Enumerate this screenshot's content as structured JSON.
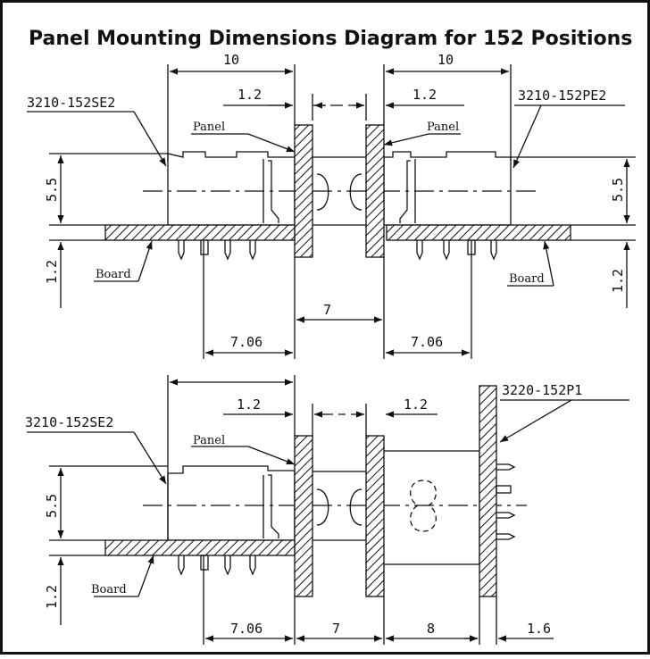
{
  "title": "Panel Mounting Dimensions Diagram for 152 Positions",
  "top": {
    "left_part": "3210-152SE2",
    "right_part": "3210-152PE2",
    "panel_left": "Panel",
    "panel_right": "Panel",
    "board_left": "Board",
    "board_right": "Board",
    "dim_10_left": "10",
    "dim_10_right": "10",
    "dim_1_2_left": "1.2",
    "dim_1_2_right": "1.2",
    "dim_5_5_left": "5.5",
    "dim_5_5_right": "5.5",
    "dim_1_2_vleft": "1.2",
    "dim_1_2_vright": "1.2",
    "dim_7": "7",
    "dim_7_06_left": "7.06",
    "dim_7_06_right": "7.06"
  },
  "bottom": {
    "left_part": "3210-152SE2",
    "right_part": "3220-152P1",
    "panel": "Panel",
    "board": "Board",
    "dim_1_2_left": "1.2",
    "dim_1_2_right": "1.2",
    "dim_5_5": "5.5",
    "dim_1_2_v": "1.2",
    "dim_7_06": "7.06",
    "dim_7": "7",
    "dim_8": "8",
    "dim_1_6": "1.6"
  }
}
